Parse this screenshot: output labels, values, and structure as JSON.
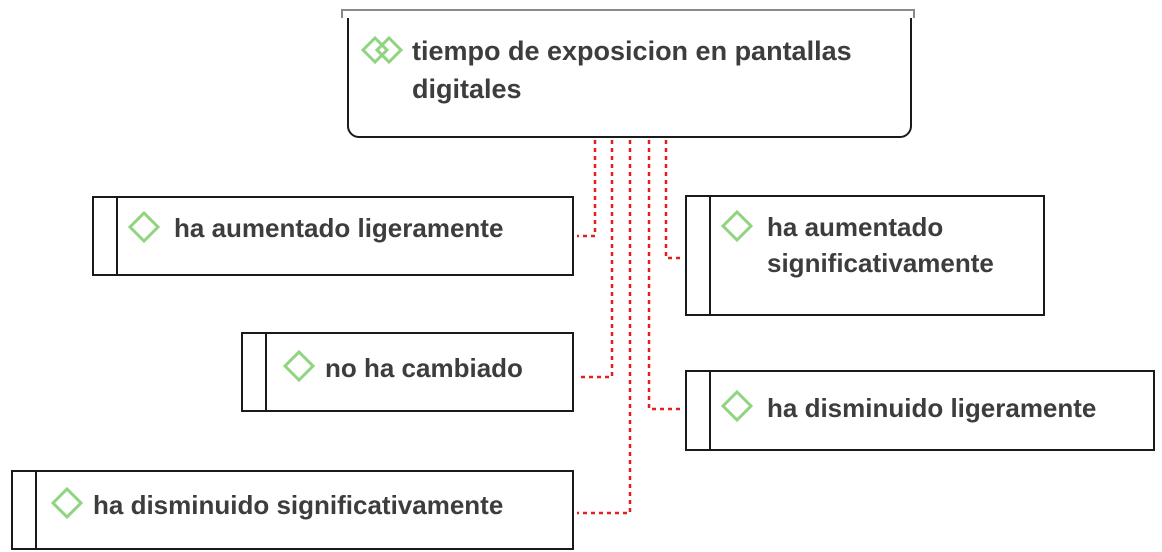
{
  "root": {
    "label": "tiempo de exposicion en pantallas digitales",
    "icon": "code-group-icon"
  },
  "codes": [
    {
      "id": "ha-aumentado-ligeramente",
      "label": "ha aumentado ligeramente",
      "icon": "code-icon"
    },
    {
      "id": "ha-aumentado-significativamente",
      "label": "ha aumentado significativamente",
      "icon": "code-icon"
    },
    {
      "id": "no-ha-cambiado",
      "label": "no ha cambiado",
      "icon": "code-icon"
    },
    {
      "id": "ha-disminuido-ligeramente",
      "label": "ha disminuido ligeramente",
      "icon": "code-icon"
    },
    {
      "id": "ha-disminuido-significativamente",
      "label": "ha disminuido significativamente",
      "icon": "code-icon"
    }
  ],
  "colors": {
    "connector": "#e0201f",
    "code_icon": "#8fd47f",
    "border": "#1a1a1a",
    "text": "#3d3d3d"
  }
}
